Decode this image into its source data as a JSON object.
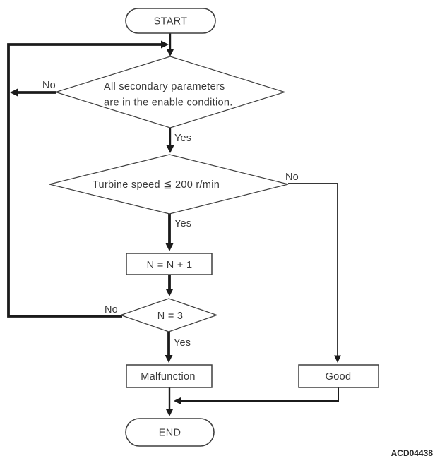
{
  "flowchart": {
    "nodes": {
      "start": "START",
      "secondary_condition_line1": "All secondary parameters",
      "secondary_condition_line2": "are in the enable condition.",
      "turbine_condition": "Turbine speed ≦ 200 r/min",
      "increment": "N = N + 1",
      "n_check": "N = 3",
      "malfunction": "Malfunction",
      "good": "Good",
      "end": "END"
    },
    "edge_labels": {
      "secondary_no": "No",
      "secondary_yes": "Yes",
      "turbine_no": "No",
      "turbine_yes": "Yes",
      "n_no": "No",
      "n_yes": "Yes"
    },
    "figure_code": "ACD04438",
    "colors": {
      "line": "#1b1b1b",
      "shape_stroke": "#3f3f3f",
      "text": "#383838",
      "background": "#ffffff"
    }
  }
}
